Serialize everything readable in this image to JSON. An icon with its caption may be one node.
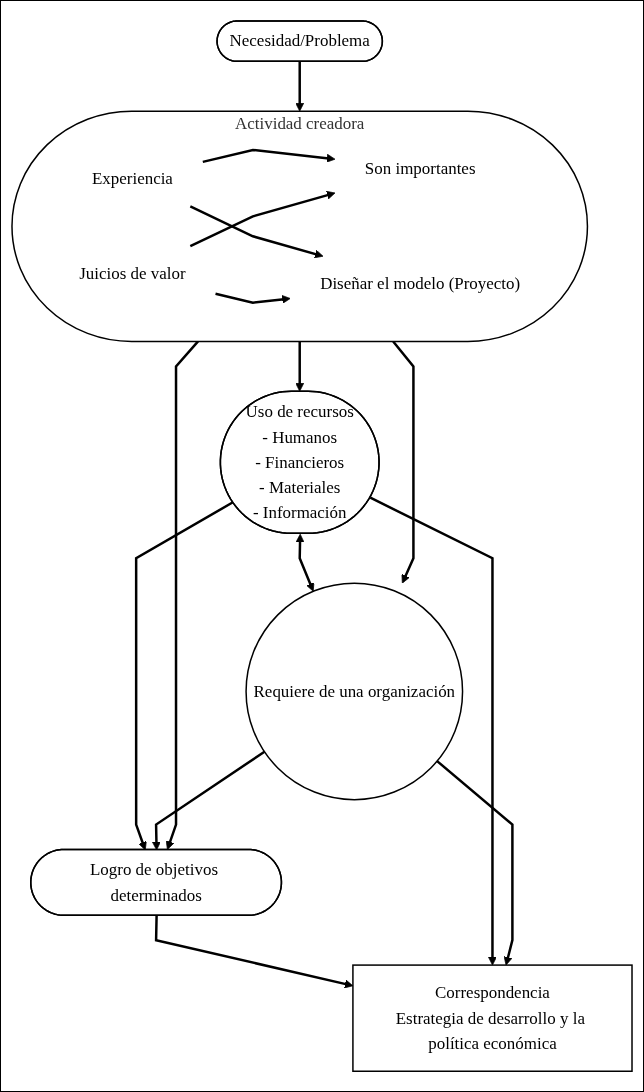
{
  "diagram": {
    "nodes": [
      {
        "text": [
          "Necesidad/Problema"
        ]
      },
      {
        "text": [
          "Actividad creadora"
        ]
      },
      {
        "text": [
          "Experiencia"
        ],
        "in": 1
      },
      {
        "text": [
          "Juicios de valor"
        ],
        "in": 1
      },
      {
        "text": [
          "Son importantes"
        ],
        "in": 1
      },
      {
        "text": [
          "Diseñar el modelo (Proyecto)"
        ],
        "in": 1
      },
      {
        "text": [
          "Uso de recursos",
          "- Humanos",
          "- Financieros",
          "- Materiales",
          "- Información"
        ]
      },
      {
        "text": [
          "Requiere de una organización"
        ]
      },
      {
        "text": [
          "Logro de objetivos determinados"
        ]
      },
      {
        "text": [
          "Correspondencia",
          "Estrategia de desarrollo y la política económica"
        ]
      }
    ],
    "edges": [
      {
        "from": 0,
        "to": 1,
        "arrow": "to"
      },
      {
        "from": 2,
        "to": 4,
        "arrow": "to"
      },
      {
        "from": 3,
        "to": 4,
        "arrow": "to"
      },
      {
        "from": 2,
        "to": 5,
        "arrow": "to"
      },
      {
        "from": 3,
        "to": 5,
        "arrow": "to"
      },
      {
        "from": 1,
        "to": 6,
        "arrow": "to"
      },
      {
        "from": 1,
        "to": 8,
        "arrow": "to"
      },
      {
        "from": 1,
        "to": 7,
        "arrow": "to"
      },
      {
        "from": 6,
        "to": 7,
        "arrow": "both"
      },
      {
        "from": 6,
        "to": 8,
        "arrow": "to"
      },
      {
        "from": 7,
        "to": 8,
        "arrow": "to"
      },
      {
        "from": 8,
        "to": 9,
        "arrow": "to"
      },
      {
        "from": 6,
        "to": 9,
        "arrow": "to"
      },
      {
        "from": 7,
        "to": 9,
        "arrow": "to"
      }
    ]
  }
}
